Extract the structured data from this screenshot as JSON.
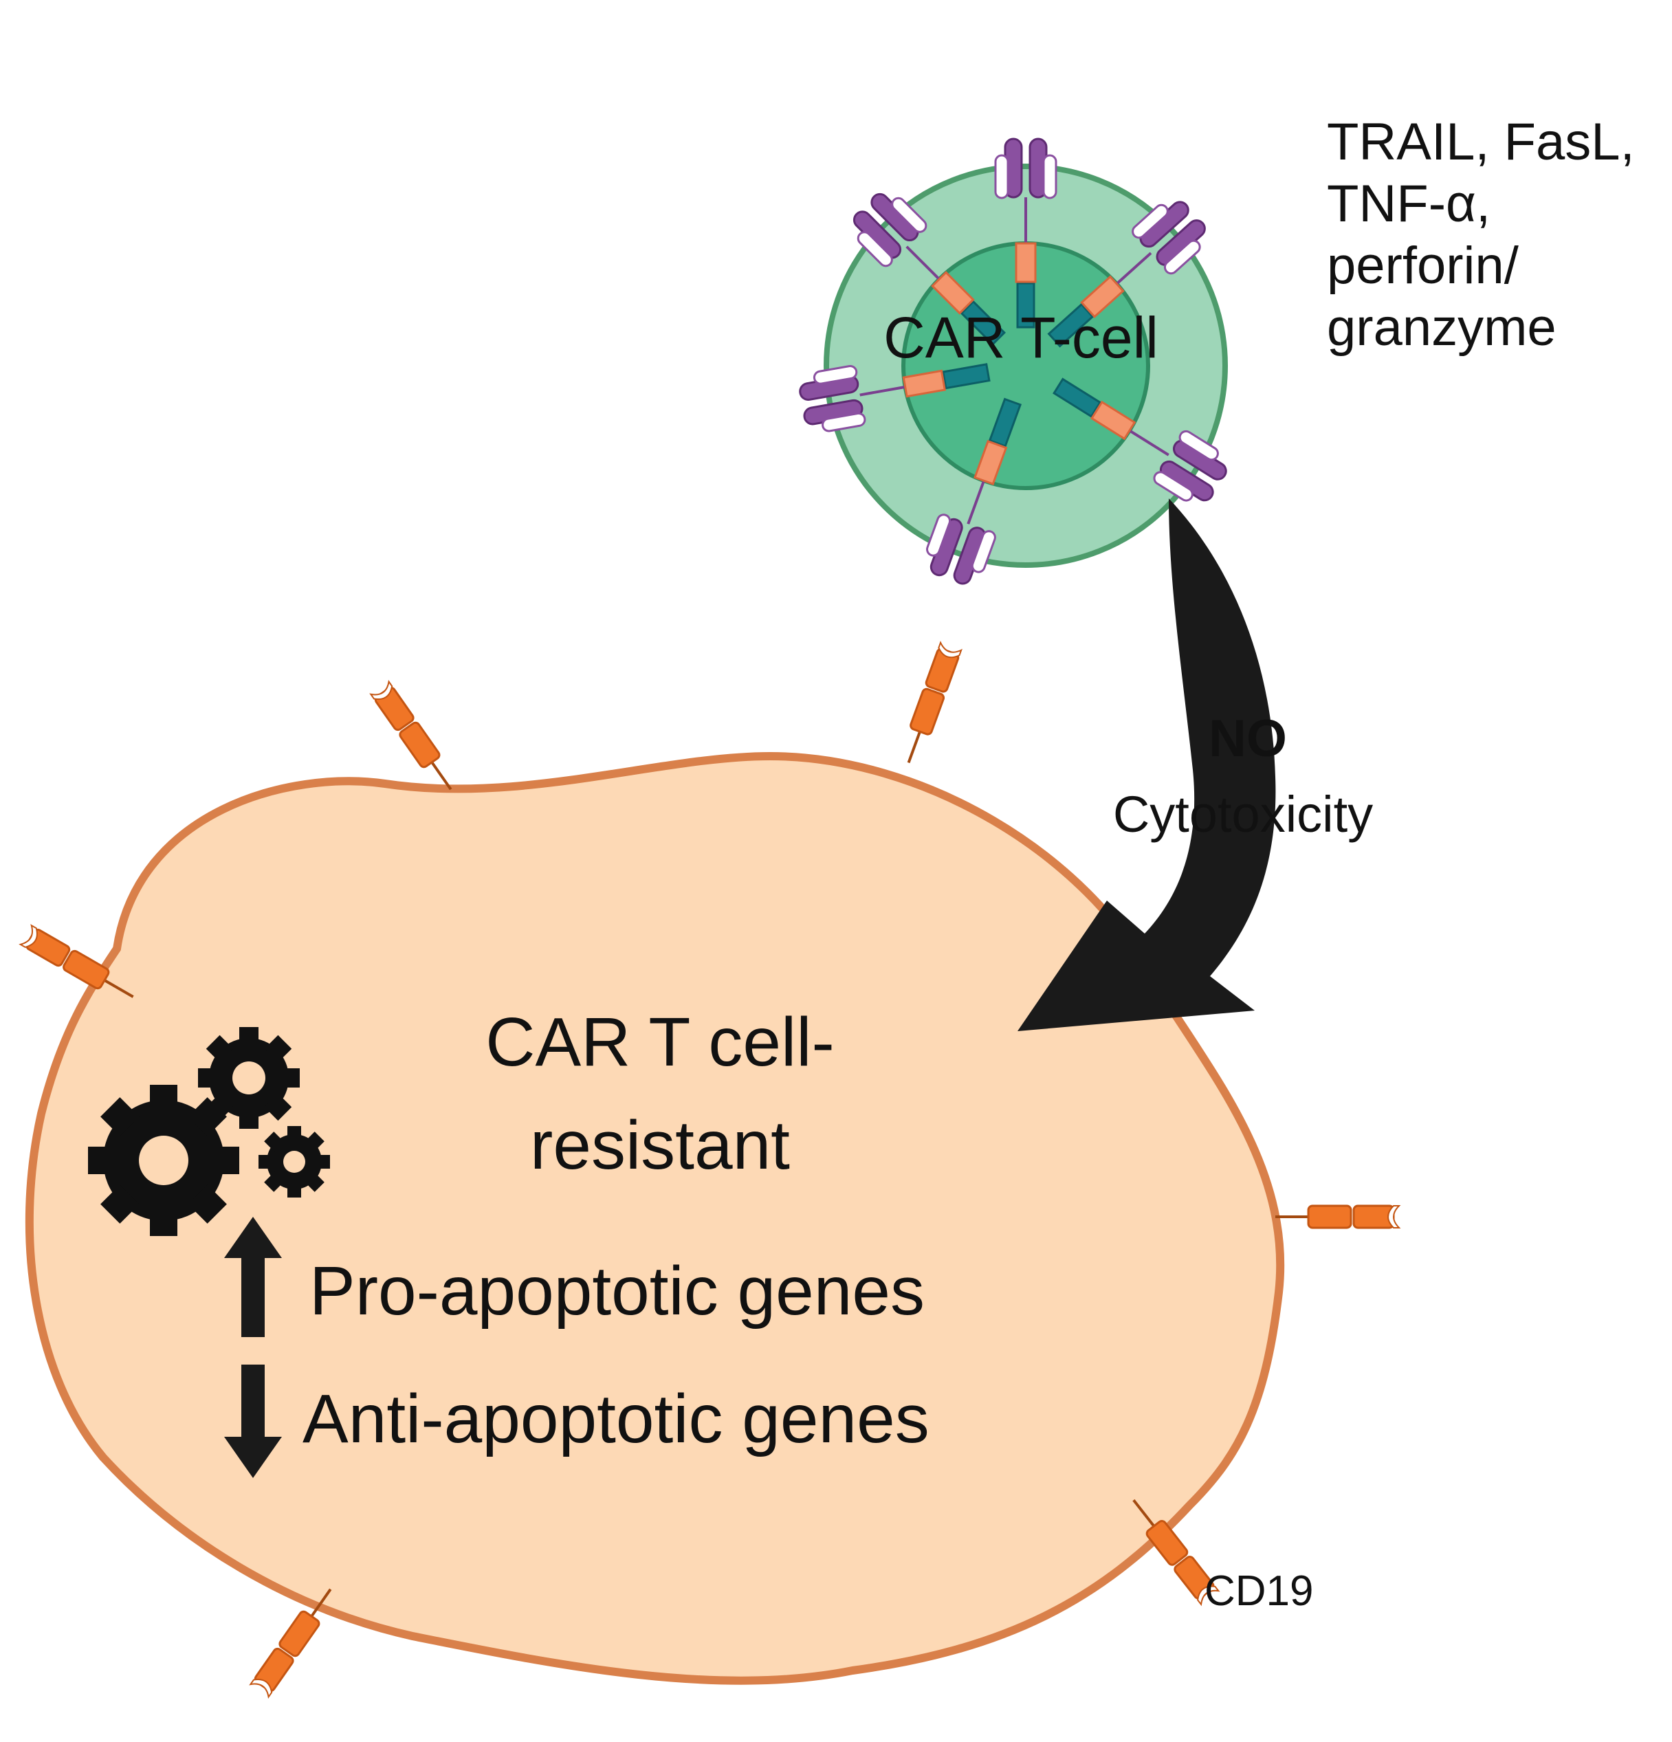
{
  "labels": {
    "car_t_cell": "CAR T-cell",
    "mediators": [
      "TRAIL, FasL,",
      "TNF-α,",
      "perforin/",
      "granzyme"
    ],
    "no": "NO",
    "cytotoxicity": "Cytotoxicity",
    "tumor_cell": [
      "CAR T cell-",
      "resistant"
    ],
    "pro_apoptotic": "Pro-apoptotic genes",
    "anti_apoptotic": "Anti-apoptotic genes",
    "cd19": "CD19"
  },
  "icons": {
    "gears": "gears-icon",
    "up_arrow": "up-arrow-icon",
    "down_arrow": "down-arrow-icon",
    "curved_arrow": "curved-arrow-icon"
  },
  "colors": {
    "t_cell_outer": "#9ed6b8",
    "t_cell_outer_stroke": "#4e9c6c",
    "t_cell_nucleus": "#4db98a",
    "t_cell_nucleus_stroke": "#2f8c62",
    "car_scfv": "#8a50a0",
    "car_hinge": "#f4956c",
    "car_signal": "#157f88",
    "tumor_fill": "#fdd9b5",
    "tumor_stroke": "#d9804a",
    "cd19": "#f07526",
    "arrow": "#1a1a1a"
  }
}
